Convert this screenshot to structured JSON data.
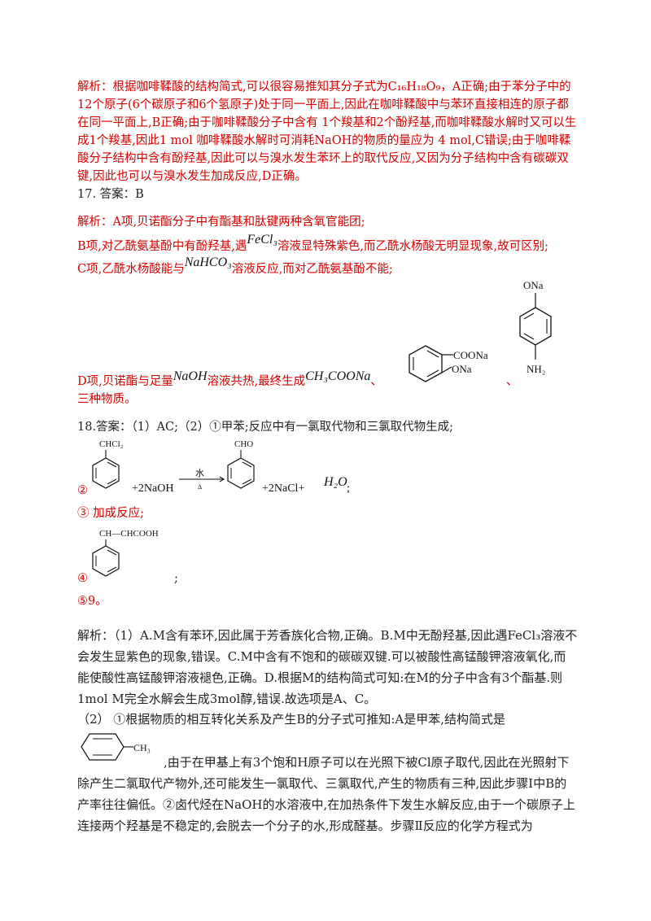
{
  "p1": "解析：根据咖啡鞣酸的结构简式,可以很容易推知其分子式为C₁₆H₁₈O₉，A正确;由于苯分子中的12个原子(6个碳原子和6个氢原子)处于同一平面上,因此在咖啡鞣酸中与苯环直接相连的原子都在同一平面上,B正确;由于咖啡鞣酸分子中含有 1个羧基和2个酚羟基,而咖啡鞣酸水解时又可以生成1个羧基,因此1 mol 咖啡鞣酸水解时可消耗NaOH的物质的量应为 4 mol,C错误;由于咖啡鞣酸分子结构中含有酚羟基,因此可以与溴水发生苯环上的取代反应,又因为分子结构中含有碳碳双键,因此也可以与溴水发生加成反应,D正确。",
  "q17": "17. 答案：B",
  "p17a": "解析：A项,贝诺酯分子中有酯基和肽键两种含氧官能团;",
  "p17b_pre": "B项,对乙酰氨基酚中有酚羟基,遇",
  "p17b_chem": "FeCl₃",
  "p17b_post": "溶液显特殊紫色,而乙酰水杨酸无明显现象,故可区别;",
  "p17c_pre": "C项,乙酰水杨酸能与",
  "p17c_chem": "NaHCO₃",
  "p17c_post": "溶液反应,而对乙酰氨基酚不能;",
  "p17d_pre": "D项,贝诺酯与足量",
  "p17d_chem1": "NaOH",
  "p17d_mid": "溶液共热,最终生成",
  "p17d_chem2": "CH₃COONa",
  "p17d_sep": "、",
  "p17d_end": "三种物质。",
  "s1": {
    "g1": "COONa",
    "g2": "ONa"
  },
  "s2": {
    "g1": "ONa",
    "g2": "NH₂"
  },
  "q18": "18.答案：（1）AC;（2）①甲苯;反应中有一氯取代物和三氯取代物生成;",
  "eq": {
    "num": "②",
    "reactant_group": "CHCl₂",
    "reagent": "+2NaOH",
    "above_arrow": "水",
    "below_arrow": "Δ",
    "product_group": "CHO",
    "products": "+2NaCl+",
    "water": "H₂O",
    "end": ";"
  },
  "a3": "③ 加成反应;",
  "a4": {
    "num": "④",
    "group": "CH—CHCOOH",
    "end": ";"
  },
  "a5": "⑤9。",
  "p18a": "解析：（1）A.M含有苯环,因此属于芳香族化合物,正确。B.M中无酚羟基,因此遇FeCl₃溶液不会发生显紫色的现象,错误。C.M中含有不饱和的碳碳双键.可以被酸性高锰酸钾溶液氧化,而能使酸性高锰酸钾溶液褪色,正确。D.根据M的结构简式可知:在M的分子中含有3个酯基.则1mol M完全水解会生成3mol醇,错误.故选项是A、C。",
  "p18b": "（2） ①根据物质的相互转化关系及产生B的分子式可推知:A是甲苯,结构简式是",
  "toluene": "CH₃",
  "p18c": ",由于在甲基上有3个饱和H原子可以在光照下被Cl原子取代,因此在光照射下除产生二氯取代产物外,还可能发生一氯取代、三氯取代,产生的物质有三种,因此步骤Ⅰ中B的产率往往偏低。②卤代烃在NaOH的水溶液中,在加热条件下发生水解反应,由于一个碳原子上连接两个羟基是不稳定的,会脱去一个分子的水,形成醛基。步骤Ⅱ反应的化学方程式为"
}
